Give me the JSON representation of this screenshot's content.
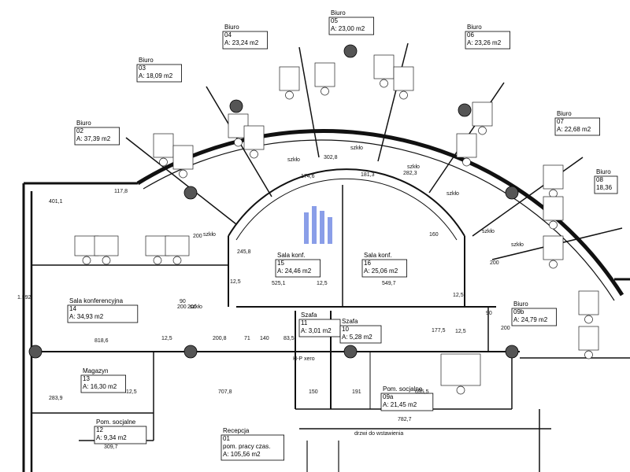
{
  "rooms": [
    {
      "key": "r02",
      "name": "Biuro",
      "num": "02",
      "area": "A: 37,39 m2"
    },
    {
      "key": "r03",
      "name": "Biuro",
      "num": "03",
      "area": "A: 18,09 m2"
    },
    {
      "key": "r04",
      "name": "Biuro",
      "num": "04",
      "area": "A: 23,24 m2"
    },
    {
      "key": "r05",
      "name": "Biuro",
      "num": "05",
      "area": "A: 23,00 m2"
    },
    {
      "key": "r06",
      "name": "Biuro",
      "num": "06",
      "area": "A: 23,26 m2"
    },
    {
      "key": "r07",
      "name": "Biuro",
      "num": "07",
      "area": "A: 22,68 m2"
    },
    {
      "key": "r08",
      "name": "Biuro",
      "num": "08",
      "area": "18,36"
    },
    {
      "key": "r09b",
      "name": "Biuro",
      "num": "09b",
      "area": "A: 24,79 m2"
    },
    {
      "key": "r14",
      "name": "Sala konferencyjna",
      "num": "14",
      "area": "A: 34,93 m2"
    },
    {
      "key": "r15",
      "name": "Sala konf.",
      "num": "15",
      "area": "A: 24,46 m2"
    },
    {
      "key": "r16",
      "name": "Sala konf.",
      "num": "16",
      "area": "A: 25,06 m2"
    },
    {
      "key": "r11",
      "name": "Szafa",
      "num": "11",
      "area": "A: 3,01 m2"
    },
    {
      "key": "r10",
      "name": "Szafa",
      "num": "10",
      "area": "A: 5,28 m2"
    },
    {
      "key": "r13",
      "name": "Magazyn",
      "num": "13",
      "area": "A: 16,30 m2"
    },
    {
      "key": "r12",
      "name": "Pom. socjalne",
      "num": "12",
      "area": "A: 9,34 m2"
    },
    {
      "key": "r09a",
      "name": "Pom. socjalne",
      "num": "09a",
      "area": "A: 21,45 m2"
    },
    {
      "key": "r01",
      "name": "Recepcja",
      "num": "01",
      "area": "pom. pracy czas.",
      "area2": "A: 105,56 m2"
    }
  ],
  "dims": [
    "401,1",
    "117,8",
    "1.592",
    "818,6",
    "12,5",
    "200,8",
    "71",
    "140",
    "83,5",
    "525,1",
    "12,5",
    "549,7",
    "12,5",
    "707,8",
    "150",
    "191",
    "695,5",
    "283,9",
    "12,5",
    "309,7",
    "782,7",
    "200",
    "90",
    "200",
    "302,8",
    "174,6",
    "181,3",
    "282,3",
    "200",
    "245,8",
    "177,5",
    "12,5",
    "90",
    "200",
    "12,5",
    "200",
    "160"
  ],
  "tags": [
    "szkło",
    "szkło",
    "szkło",
    "szkło",
    "szkło",
    "szkło",
    "szkło",
    "szkło",
    "xero",
    "H-P",
    "drzwi do wstawienia"
  ]
}
